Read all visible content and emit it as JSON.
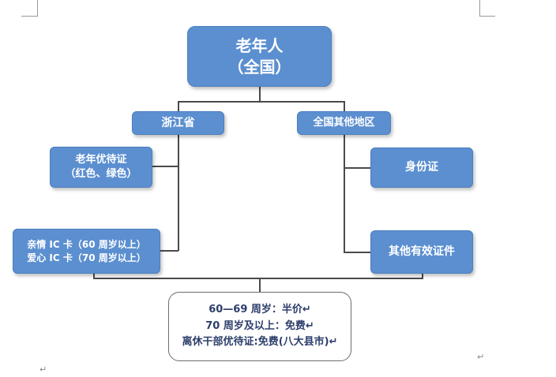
{
  "root": {
    "line1": "老年人",
    "line2": "（全国）"
  },
  "branch_left": {
    "label": "浙江省"
  },
  "branch_right": {
    "label": "全国其他地区"
  },
  "left_items": [
    {
      "line1": "老年优待证",
      "line2": "（红色、绿色）"
    },
    {
      "line1": "亲情 IC 卡（60 周岁以上）",
      "line2": "爱心 IC 卡（70 周岁以上）"
    }
  ],
  "right_items": [
    {
      "label": "身份证"
    },
    {
      "label": "其他有效证件"
    }
  ],
  "result": {
    "line1": "60—69 周岁：半价↵",
    "line2": "70 周岁及以上：免费↵",
    "line3": "离休干部优待证:免费(八大县市)↵"
  },
  "paragraph_mark": "↵",
  "colors": {
    "box_fill": "#5b8fd0",
    "connector": "#4a4a4a",
    "result_text": "#2d3e6b"
  }
}
